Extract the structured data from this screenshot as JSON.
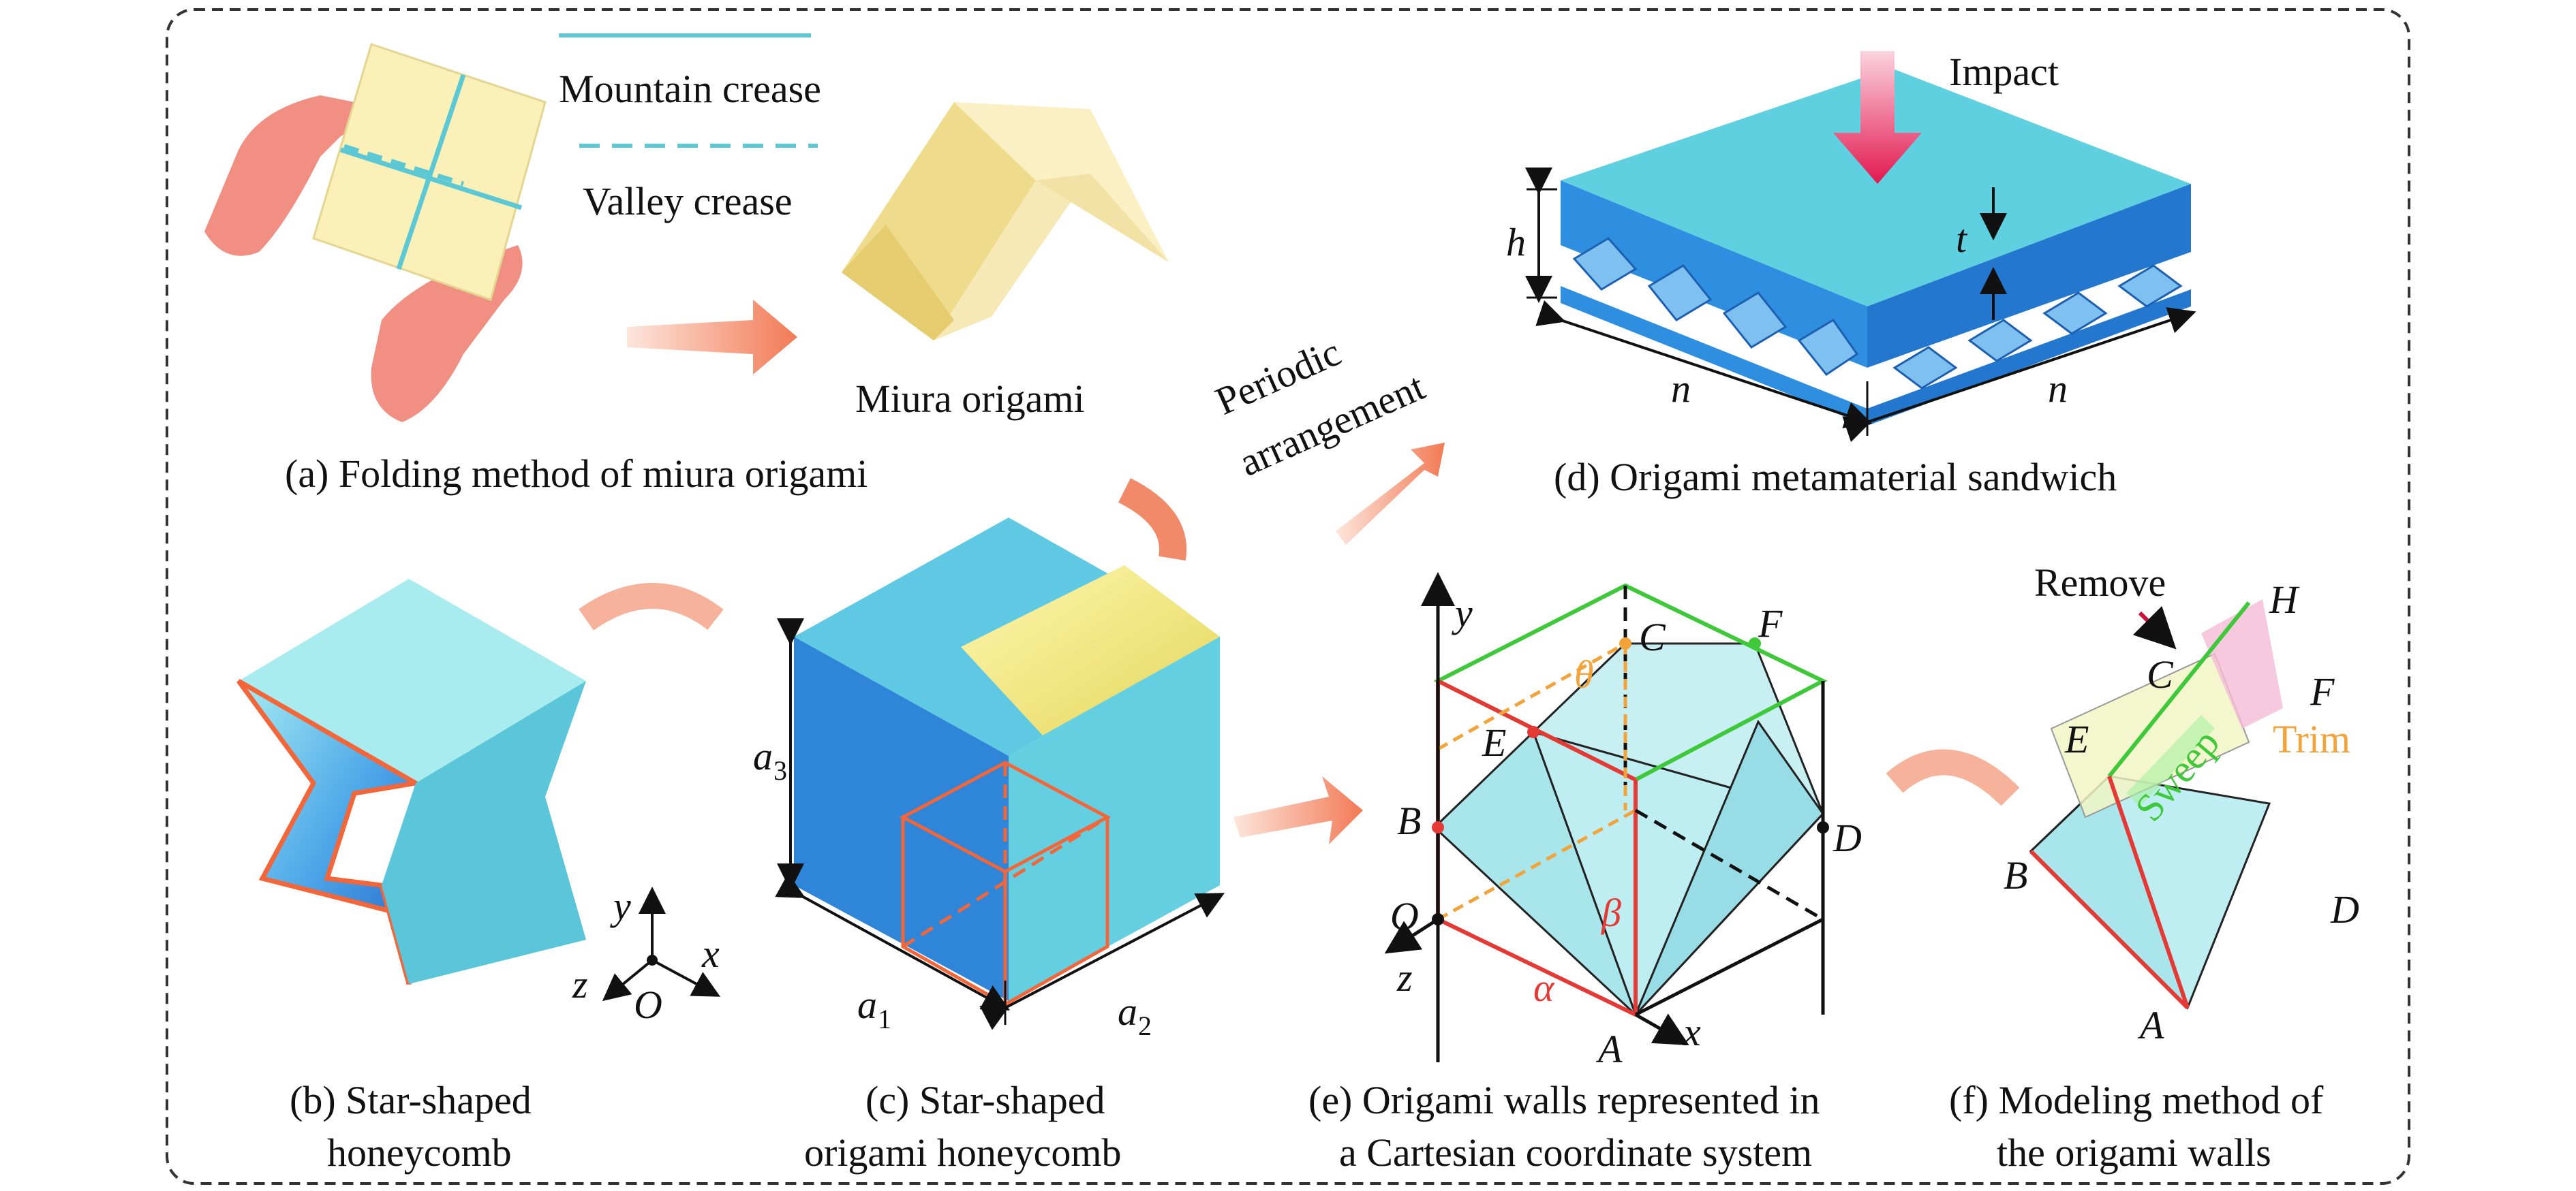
{
  "panels": {
    "a": {
      "caption": "(a) Folding method of miura origami",
      "legend_mountain": "Mountain crease",
      "legend_valley": "Valley crease",
      "miura_label": "Miura origami"
    },
    "b": {
      "caption_line1": "(b) Star-shaped",
      "caption_line2": "honeycomb",
      "axis_y": "y",
      "axis_x": "x",
      "axis_z": "z",
      "axis_o": "O"
    },
    "c": {
      "caption_line1": "(c) Star-shaped",
      "caption_line2": "origami honeycomb",
      "a1_main": "a",
      "a1_sub": "1",
      "a2_main": "a",
      "a2_sub": "2",
      "a3_main": "a",
      "a3_sub": "3"
    },
    "d": {
      "caption": "(d) Origami metamaterial sandwich",
      "impact": "Impact",
      "h": "h",
      "t": "t",
      "n_left": "n",
      "n_right": "n",
      "arrow_line1": "Periodic",
      "arrow_line2": "arrangement"
    },
    "e": {
      "caption_line1": "(e) Origami walls represented in",
      "caption_line2": "a Cartesian coordinate system",
      "y": "y",
      "z": "z",
      "x": "x",
      "O": "O",
      "A": "A",
      "B": "B",
      "C": "C",
      "D": "D",
      "E": "E",
      "F": "F",
      "theta": "θ",
      "alpha": "α",
      "beta": "β"
    },
    "f": {
      "caption_line1": "(f) Modeling method of",
      "caption_line2": "the origami walls",
      "remove": "Remove",
      "H": "H",
      "C": "C",
      "F": "F",
      "E": "E",
      "sweep": "Sweep",
      "trim": "Trim",
      "B": "B",
      "D": "D",
      "A": "A"
    }
  },
  "colors": {
    "crease": "#5cc8d3",
    "arrow": "#f08a68",
    "cyan": "#5fd0e0",
    "blue": "#2e7fd8",
    "red": "#e53935",
    "green": "#3ec83a",
    "orange": "#f2a33a"
  }
}
